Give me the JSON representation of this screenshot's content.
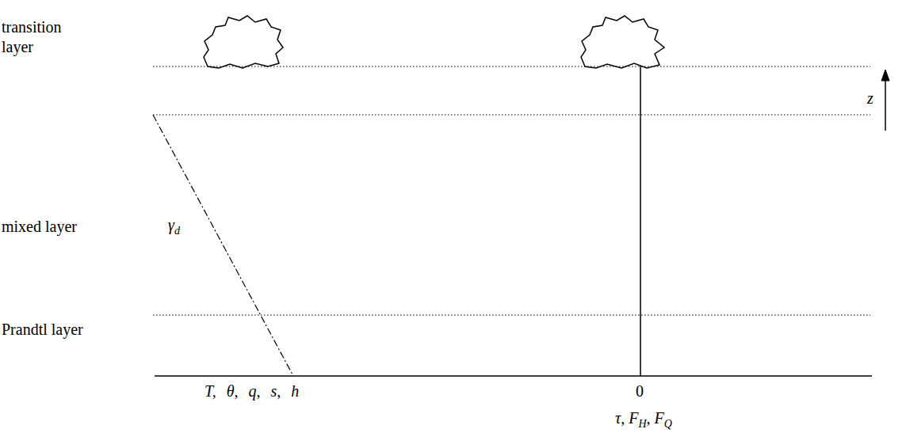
{
  "diagram": {
    "labels": [
      "transition layer",
      "mixed layer",
      "Prandtl layer",
      "γ",
      "d",
      "T, θ, q, s, h",
      "0",
      "τ, F",
      "H",
      ", F",
      "Q",
      "z"
    ]
  }
}
